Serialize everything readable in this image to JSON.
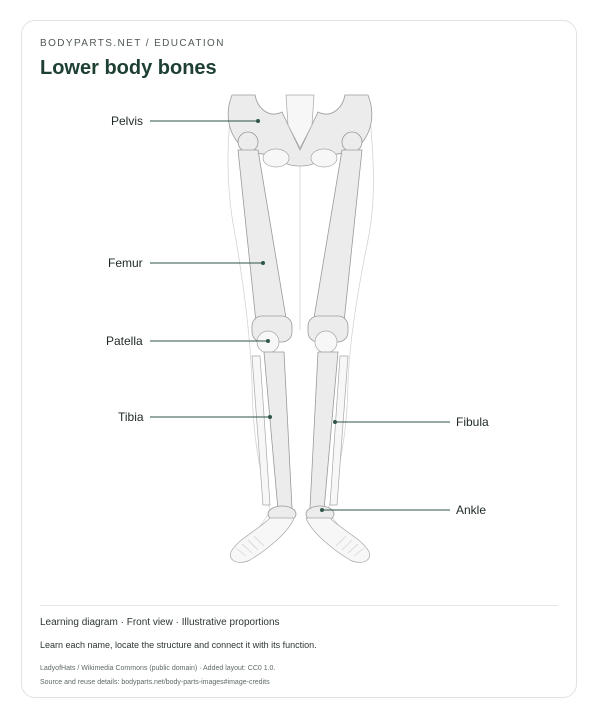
{
  "header": {
    "eyebrow": "BODYPARTS.NET / EDUCATION",
    "title": "Lower body bones"
  },
  "labels": {
    "pelvis": "Pelvis",
    "femur": "Femur",
    "patella": "Patella",
    "tibia": "Tibia",
    "fibula": "Fibula",
    "ankle": "Ankle"
  },
  "footer": {
    "meta": "Learning diagram · Front view · Illustrative proportions",
    "description": "Learn each name, locate the structure and connect it with its function.",
    "credit_line": "LadyofHats / Wikimedia Commons (public domain) · Added layout: CC0 1.0.",
    "source_line": "Source and reuse details: bodyparts.net/body-parts-images#image-credits"
  },
  "colors": {
    "accent": "#1e4033",
    "leader": "#2f5646",
    "bone_fill": "#ececec",
    "bone_stroke": "#9a9a9a"
  }
}
